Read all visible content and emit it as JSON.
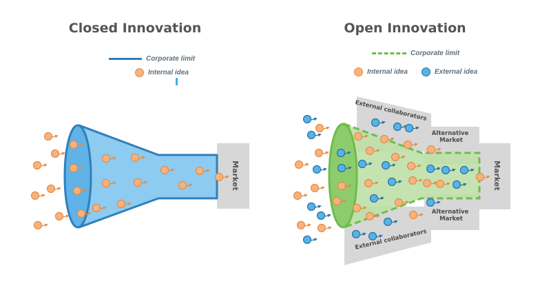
{
  "closed": {
    "title": "Closed Innovation",
    "legend_corporate_limit": "Corporate limit",
    "legend_internal_idea": "Internal idea",
    "market_label": "Market"
  },
  "open": {
    "title": "Open Innovation",
    "legend_corporate_limit": "Corporate limit",
    "legend_internal_idea": "Internal idea",
    "legend_external_idea": "External idea",
    "external_collaborators_top": "External collaborators",
    "external_collaborators_bottom": "External collaborators",
    "alternative_market_top": "Alternative Market",
    "alternative_market_bottom": "Alternative Market",
    "market_label": "Market"
  },
  "colors": {
    "internal_idea_fill": "#f9b27c",
    "internal_idea_stroke": "#e08d4b",
    "external_idea_fill": "#55b4e6",
    "external_idea_stroke": "#2c6fa6",
    "closed_funnel_fill": "#8ecbf0",
    "closed_funnel_stroke": "#2e7fbd",
    "open_funnel_fill": "#bfe0a7",
    "open_funnel_stroke": "#6bbd4a",
    "market_box": "#d7d7d7",
    "title_text": "#555555"
  }
}
